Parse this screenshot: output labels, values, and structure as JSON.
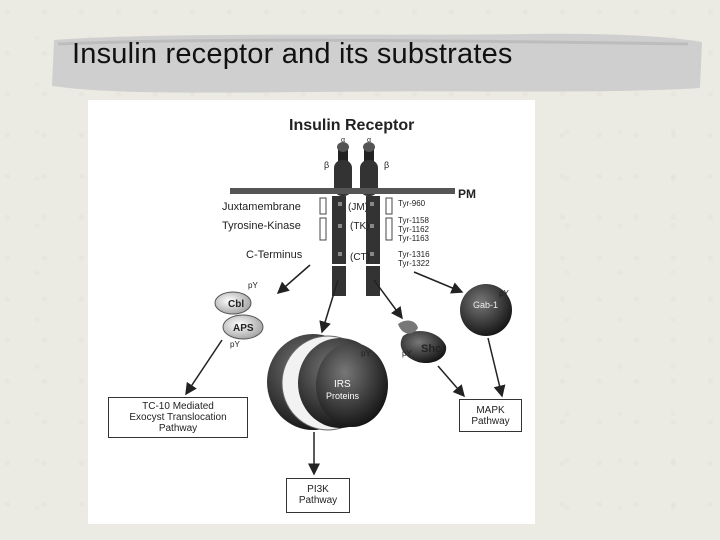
{
  "slide": {
    "title": "Insulin receptor and its substrates"
  },
  "diagram": {
    "heading": "Insulin Receptor",
    "alpha_left": "α",
    "alpha_right": "α",
    "beta_left": "β",
    "beta_right": "β",
    "membrane_label": "PM",
    "domains": [
      {
        "name": "Juxtamembrane",
        "abbr": "(JM)",
        "sites": [
          "Tyr-960"
        ]
      },
      {
        "name": "Tyrosine-Kinase",
        "abbr": "(TK)",
        "sites": [
          "Tyr-1158",
          "Tyr-1162",
          "Tyr-1163"
        ]
      },
      {
        "name": "C-Terminus",
        "abbr": "(CT)",
        "sites": [
          "Tyr-1316",
          "Tyr-1322"
        ]
      }
    ],
    "substrates": {
      "cbl": "Cbl",
      "aps": "APS",
      "gab": "Gab-1",
      "shc": "Shc",
      "irs_line1": "IRS",
      "irs_line2": "Proteins",
      "py": "pY"
    },
    "pathways": {
      "tc10": [
        "TC-10 Mediated",
        "Exocyst Translocation",
        "Pathway"
      ],
      "mapk": [
        "MAPK",
        "Pathway"
      ],
      "pi3k": [
        "PI3K",
        "Pathway"
      ]
    }
  }
}
